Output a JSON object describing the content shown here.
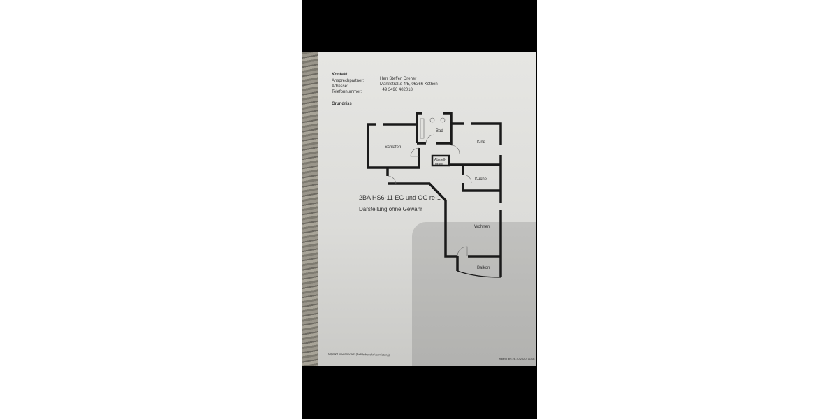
{
  "contact": {
    "heading": "Kontakt",
    "labels": [
      "Ansprechpartner:",
      "Adresse:",
      "Telefonnummer:"
    ],
    "values": [
      "Herr Steffen Dreher",
      "Marktstraße 4/5, 06366 Köthen",
      "+49 3496 402018"
    ]
  },
  "floorplan": {
    "heading": "Grundriss",
    "rooms": [
      "Schlafen",
      "Bad",
      "Kind",
      "Abstell-",
      "raum",
      "Küche",
      "Wohnen",
      "Balkon"
    ],
    "unit": "2BA HS6-11 EG und OG re-1",
    "disclaimer": "Darstellung ohne Gewähr"
  },
  "footer": {
    "left": "Angebot unverbindlich (freibleibender Vermietung)",
    "right": "erstellt am 26.10.2020, 11:08"
  }
}
